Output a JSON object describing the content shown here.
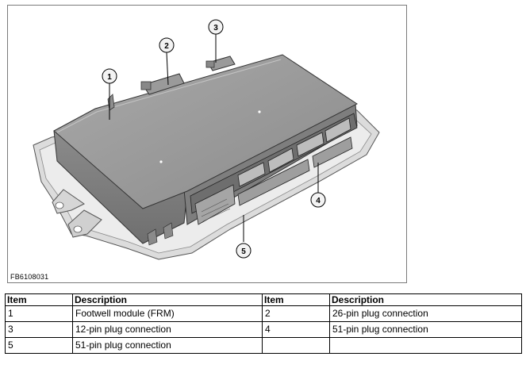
{
  "figure": {
    "id": "FB6108031",
    "callouts": [
      "1",
      "2",
      "3",
      "4",
      "5"
    ]
  },
  "table": {
    "headers": [
      "Item",
      "Description",
      "Item",
      "Description"
    ],
    "rows": [
      [
        "1",
        "Footwell module (FRM)",
        "2",
        "26-pin plug connection"
      ],
      [
        "3",
        "12-pin plug connection",
        "4",
        "51-pin plug connection"
      ],
      [
        "5",
        "51-pin plug connection",
        "",
        ""
      ]
    ]
  }
}
